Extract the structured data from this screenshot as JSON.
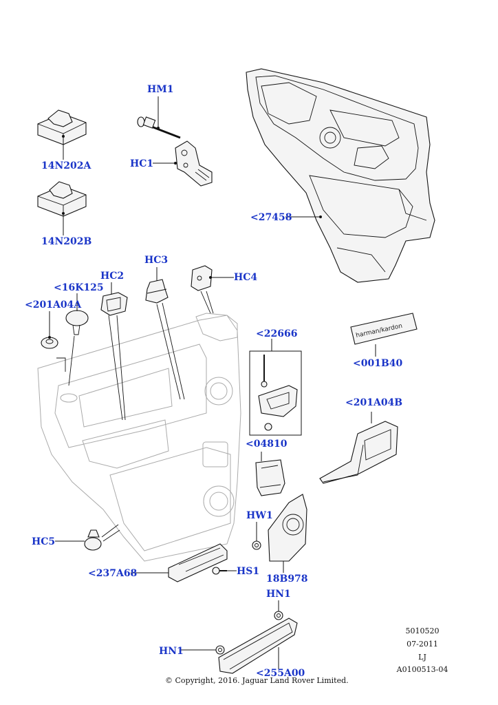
{
  "callouts": {
    "hm1": "HM1",
    "hc1": "HC1",
    "p14n202a": "14N202A",
    "p14n202b": "14N202B",
    "p27458": "<27458",
    "hc3": "HC3",
    "hc2": "HC2",
    "hc4": "HC4",
    "p16k125": "<16K125",
    "p201a04a": "<201A04A",
    "p22666": "<22666",
    "p001b40": "<001B40",
    "p201a04b": "<201A04B",
    "p04810": "<04810",
    "hw1": "HW1",
    "hc5": "HC5",
    "p237a68": "<237A68",
    "hs1": "HS1",
    "p18b978": "18B978",
    "hn1_top": "HN1",
    "hn1_left": "HN1",
    "p255a00": "<255A00"
  },
  "badge_text": "harman/kardon",
  "meta": {
    "code": "5010520",
    "date": "07-2011",
    "initials": "LJ",
    "ref": "A0100513-04"
  },
  "copyright": "© Copyright, 2016. Jaguar Land Rover Limited.",
  "colors": {
    "callout": "#1a35c8",
    "line": "#111111",
    "door_outline": "#aaaaaa"
  }
}
